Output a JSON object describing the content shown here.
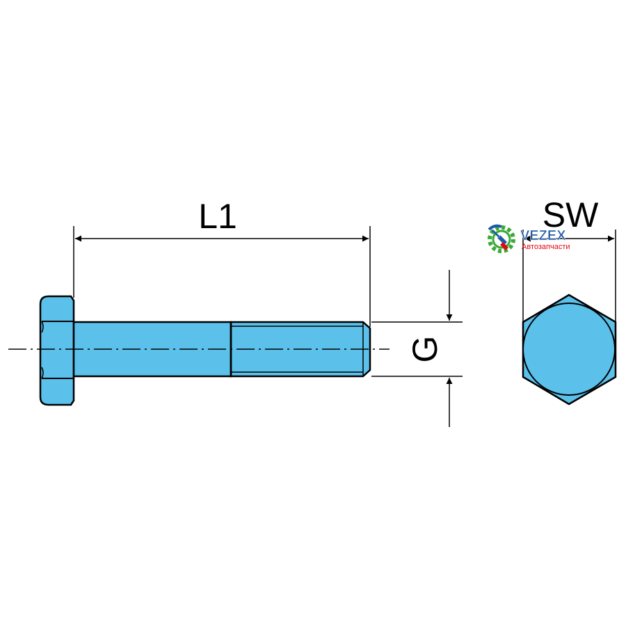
{
  "labels": {
    "length": "L1",
    "thread": "G",
    "across_flats": "SW"
  },
  "watermark": {
    "brand": "VEZEX",
    "tagline": "Автозапчасти"
  },
  "colors": {
    "part_fill": "#5bc0ea",
    "outline": "#000000",
    "logo_blue": "#1f5aa6",
    "logo_green": "#3aaa35",
    "logo_red": "#e30613"
  }
}
